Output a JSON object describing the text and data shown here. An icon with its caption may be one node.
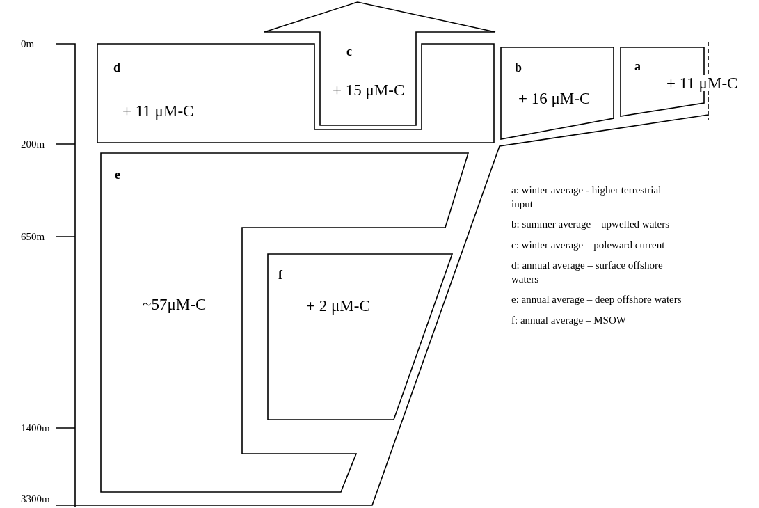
{
  "diagram": {
    "nodes": [
      {
        "text": [
          "d",
          "+ 11 μM-C"
        ]
      },
      {
        "text": [
          "c",
          "+ 15 μM-C"
        ]
      },
      {
        "text": [
          "b",
          "+ 16 μM-C"
        ]
      },
      {
        "text": [
          "a",
          "+ 11 μM-C"
        ]
      },
      {
        "text": [
          "e",
          "~57μM-C"
        ]
      },
      {
        "text": [
          "f",
          "+ 2 μM-C"
        ]
      }
    ],
    "labels": [
      "0m",
      "200m",
      "650m",
      "1400m",
      "3300m",
      "a: winter average - higher terrestrial input",
      "b: summer average – upwelled waters",
      "c: winter average – poleward current",
      "d: annual average – surface offshore waters",
      "e: annual average – deep offshore waters",
      "f: annual average – MSOW"
    ]
  }
}
